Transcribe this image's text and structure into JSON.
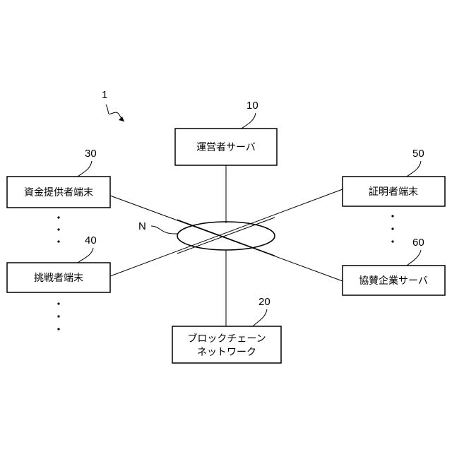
{
  "figure": {
    "system_ref": "1",
    "network_ref": "N",
    "nodes": {
      "operator_server": {
        "ref": "10",
        "label": "運営者サーバ"
      },
      "blockchain": {
        "ref": "20",
        "label_line1": "ブロックチェーン",
        "label_line2": "ネットワーク"
      },
      "fund_provider_terminal": {
        "ref": "30",
        "label": "資金提供者端末"
      },
      "challenger_terminal": {
        "ref": "40",
        "label": "挑戦者端末"
      },
      "certifier_terminal": {
        "ref": "50",
        "label": "証明者端末"
      },
      "sponsor_server": {
        "ref": "60",
        "label": "協賛企業サーバ"
      }
    }
  }
}
